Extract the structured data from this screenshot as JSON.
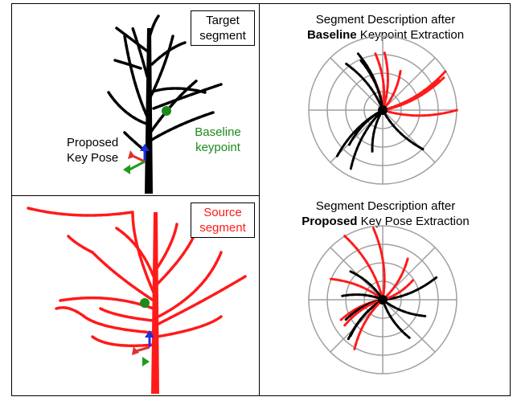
{
  "top_left": {
    "target_label_line1": "Target",
    "target_label_line2": "segment",
    "baseline_label_line1": "Baseline",
    "baseline_label_line2": "keypoint",
    "proposed_label_line1": "Proposed",
    "proposed_label_line2": "Key Pose"
  },
  "bottom_left": {
    "source_label_line1": "Source",
    "source_label_line2": "segment"
  },
  "right_top": {
    "title_line1": "Segment Description after",
    "title_bold": "Baseline",
    "title_rest": " Keypoint Extraction"
  },
  "right_bottom": {
    "title_line1": "Segment Description after",
    "title_bold": "Proposed",
    "title_rest": " Key Pose Extraction"
  },
  "colors": {
    "target": "#000000",
    "source": "#ff1a1a",
    "baseline_keypoint": "#1a8a1a",
    "axis_x": "#e03030",
    "axis_y": "#1f9a1f",
    "axis_z": "#1f2fe0",
    "grid": "#a0a0a0"
  }
}
